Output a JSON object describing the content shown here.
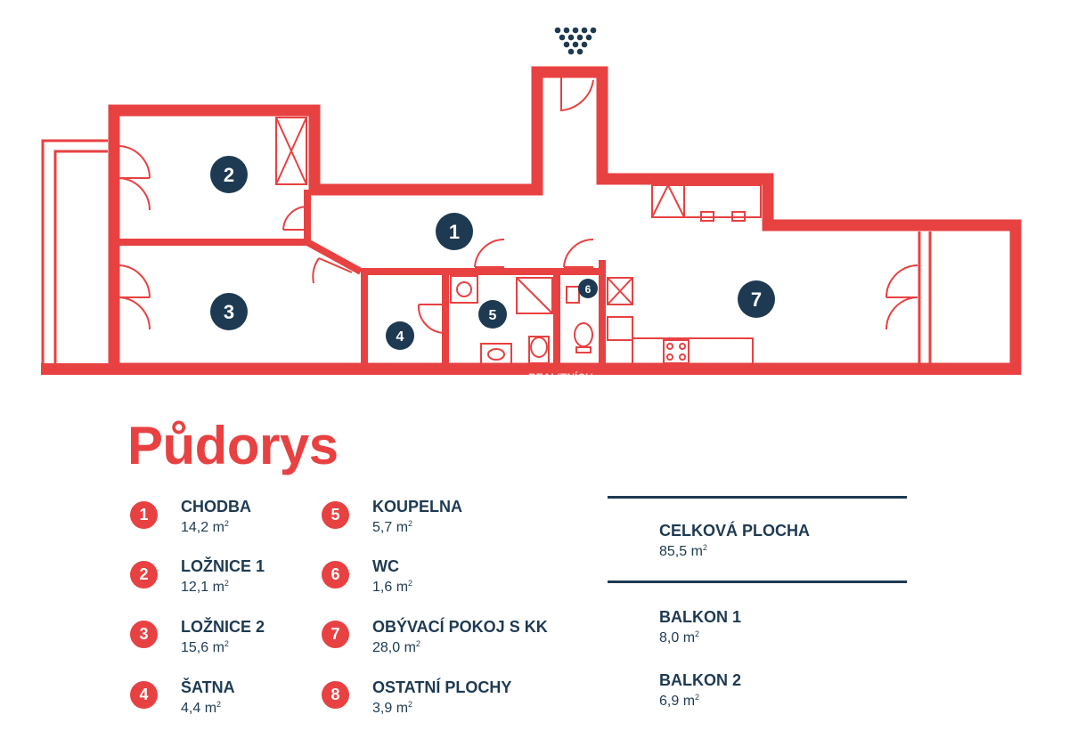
{
  "title": "Půdorys",
  "plan_labels": [
    "1",
    "2",
    "3",
    "4",
    "5",
    "6",
    "7"
  ],
  "watermark": "REALITNÍCH",
  "colors": {
    "wall": "#e84142",
    "navy": "#1e3a52",
    "line": "#e84142"
  },
  "rooms": [
    {
      "num": "1",
      "name": "CHODBA",
      "area": "14,2 m"
    },
    {
      "num": "2",
      "name": "LOŽNICE 1",
      "area": "12,1 m"
    },
    {
      "num": "3",
      "name": "LOŽNICE 2",
      "area": "15,6 m"
    },
    {
      "num": "4",
      "name": "ŠATNA",
      "area": "4,4 m"
    },
    {
      "num": "5",
      "name": "KOUPELNA",
      "area": "5,7 m"
    },
    {
      "num": "6",
      "name": "WC",
      "area": "1,6 m"
    },
    {
      "num": "7",
      "name": "OBÝVACÍ POKOJ S KK",
      "area": "28,0 m"
    },
    {
      "num": "8",
      "name": "OSTATNÍ PLOCHY",
      "area": "3,9 m"
    }
  ],
  "summary": {
    "total_label": "CELKOVÁ PLOCHA",
    "total_area": "85,5 m",
    "balcony1_label": "BALKON 1",
    "balcony1_area": "8,0 m",
    "balcony2_label": "BALKON 2",
    "balcony2_area": "6,9 m",
    "unit_sup": "2"
  }
}
